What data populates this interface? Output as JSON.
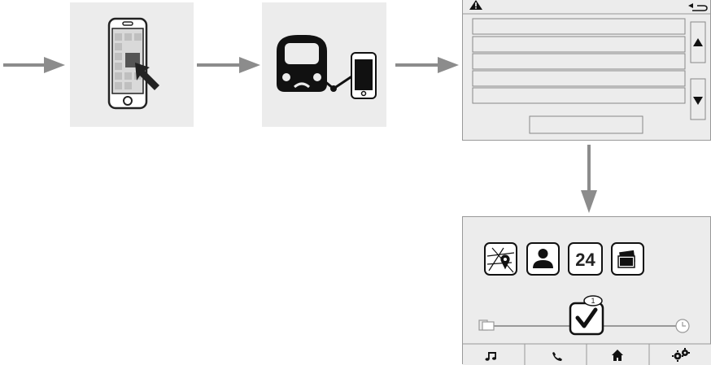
{
  "home_screen": {
    "apps": [
      {
        "name": "navigation",
        "icon": "map-pin-icon"
      },
      {
        "name": "contacts",
        "icon": "person-icon"
      },
      {
        "name": "service-24",
        "icon": "24-icon",
        "label": "24"
      },
      {
        "name": "gallery",
        "icon": "photos-icon"
      }
    ],
    "notification_count": "1",
    "nav_bar": [
      {
        "name": "music",
        "icon": "music-note-icon"
      },
      {
        "name": "phone",
        "icon": "phone-icon"
      },
      {
        "name": "home",
        "icon": "home-icon"
      },
      {
        "name": "settings",
        "icon": "gears-icon"
      }
    ]
  },
  "list_screen": {
    "header_icons": [
      "warning-icon",
      "back-icon"
    ],
    "scroll_icons": [
      "scroll-up-icon",
      "scroll-down-icon"
    ]
  },
  "colors": {
    "panel": "#ececec",
    "arrow": "#8c8c8c",
    "ink": "#222222"
  }
}
